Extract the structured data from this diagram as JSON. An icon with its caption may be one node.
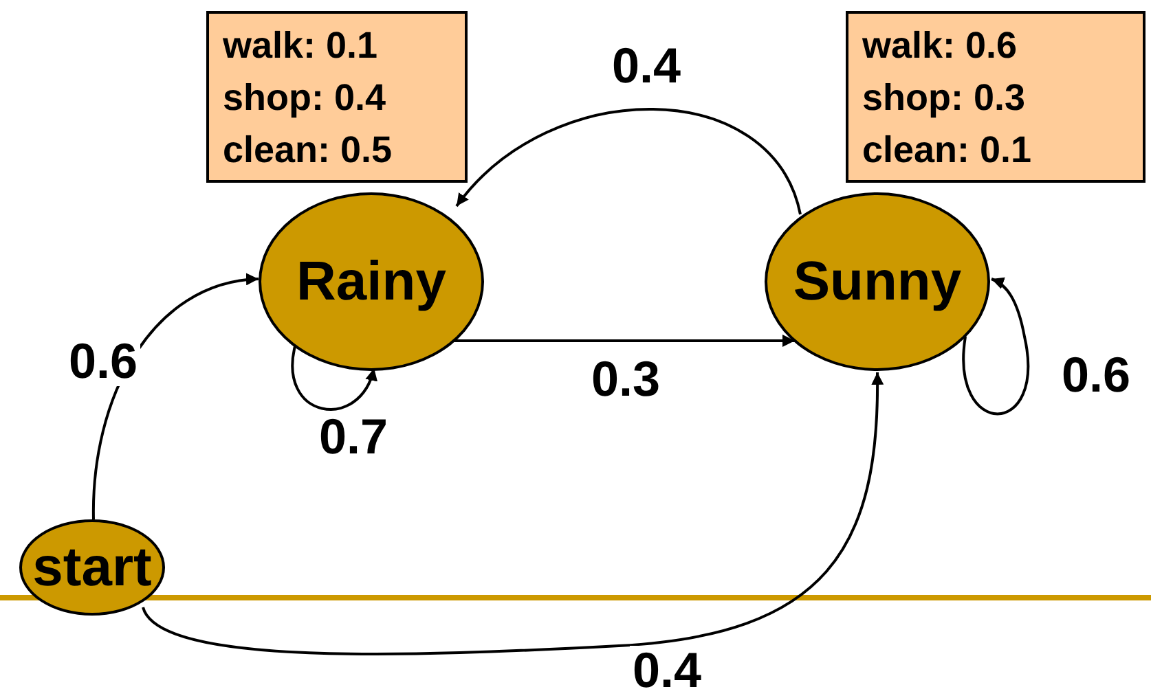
{
  "diagram": {
    "nodes": [
      {
        "text": [
          "Rainy"
        ]
      },
      {
        "text": [
          "Sunny"
        ]
      },
      {
        "text": [
          "start"
        ]
      },
      {
        "text": [
          "walk: 0.1",
          "shop: 0.4",
          "clean: 0.5"
        ]
      },
      {
        "text": [
          "walk: 0.6",
          "shop: 0.3",
          "clean: 0.1"
        ]
      }
    ],
    "edges": [
      {
        "from": 2,
        "to": 0,
        "arrow": "to",
        "label": "0.6"
      },
      {
        "from": 2,
        "to": 1,
        "arrow": "to",
        "label": "0.4"
      },
      {
        "from": 0,
        "to": 0,
        "arrow": "to",
        "label": "0.7"
      },
      {
        "from": 0,
        "to": 1,
        "arrow": "to",
        "label": "0.3"
      },
      {
        "from": 1,
        "to": 0,
        "arrow": "to",
        "label": "0.4"
      },
      {
        "from": 1,
        "to": 1,
        "arrow": "to",
        "label": "0.6"
      }
    ]
  }
}
